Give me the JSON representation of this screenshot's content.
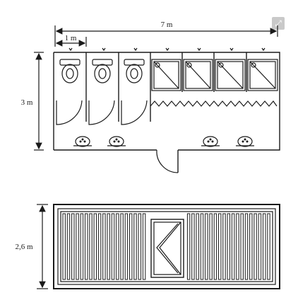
{
  "dimensions": {
    "total_length": "7 m",
    "cabin_width": "1 m",
    "plan_depth": "3 m",
    "roof_depth": "2,6 m"
  },
  "floor_plan": {
    "toilets": 3,
    "showers": 4,
    "washbasins": 4
  },
  "icons": {
    "expand": "expand-icon",
    "expand_glyph": "⤢"
  }
}
